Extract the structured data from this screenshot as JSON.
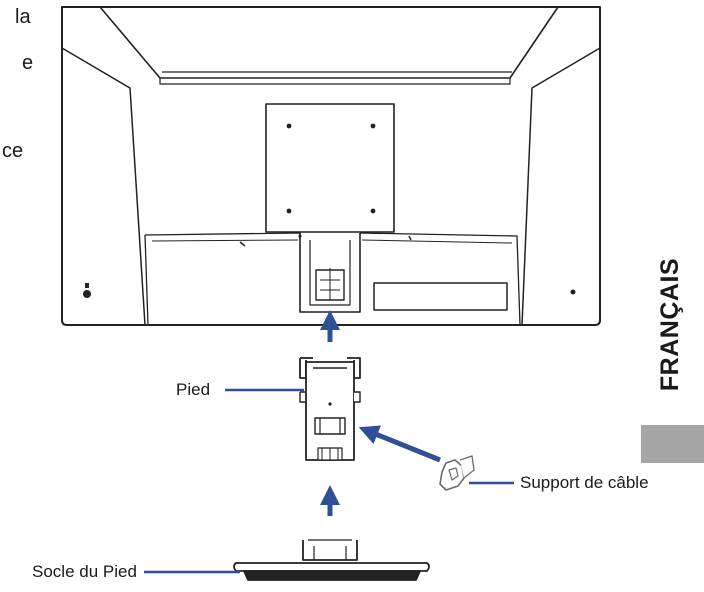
{
  "margin_text": [
    "la",
    "e",
    "ce"
  ],
  "labels": {
    "stand": "Pied",
    "cable_holder": "Support de câble",
    "stand_base": "Socle du Pied"
  },
  "language_tab": {
    "text": "FRANÇAIS",
    "bar_color": "#a6a6a6"
  },
  "colors": {
    "arrow": "#2f4f96",
    "line": "#222222"
  }
}
